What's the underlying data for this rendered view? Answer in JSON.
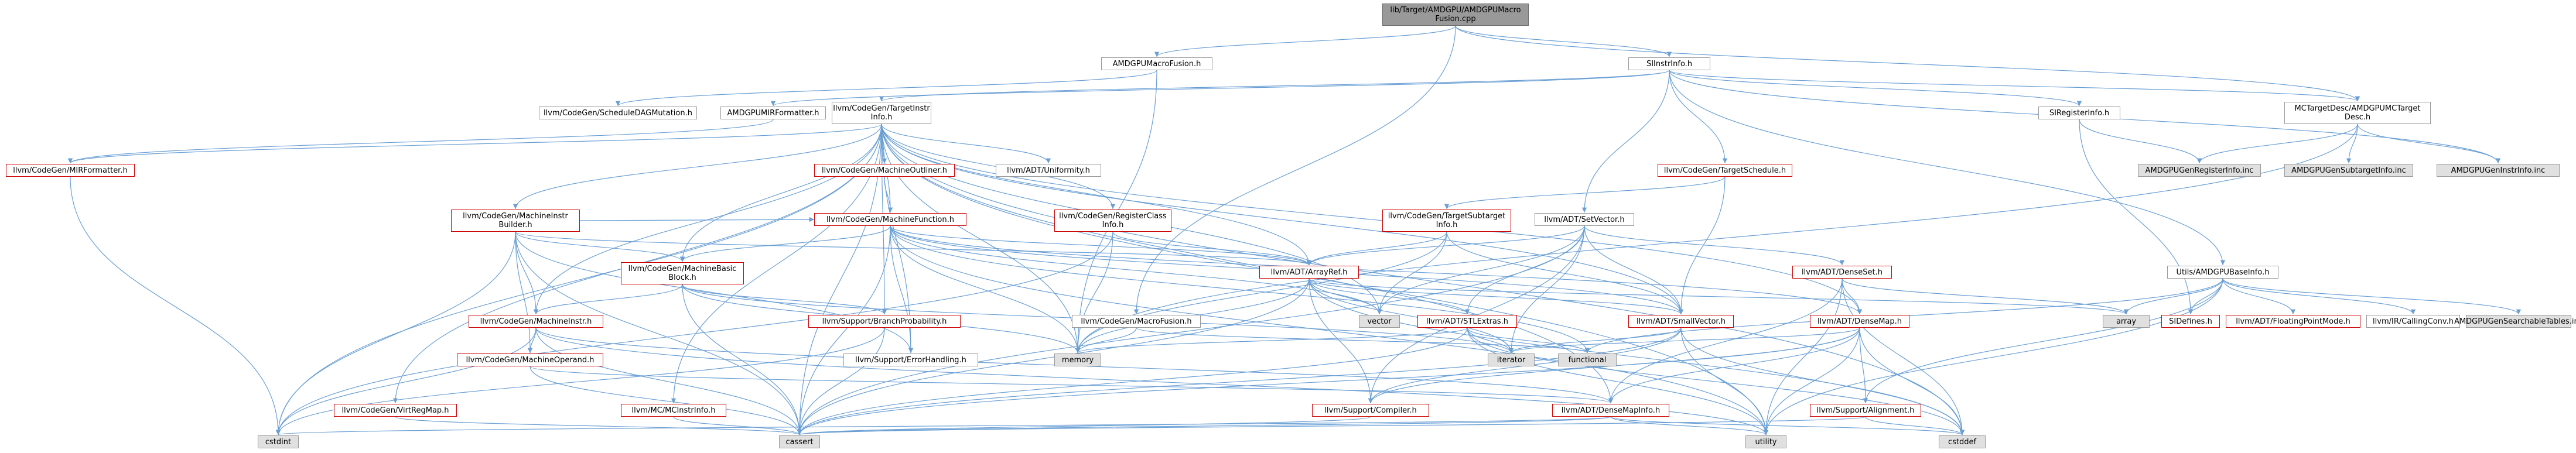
{
  "colors": {
    "edge": "#6a9fd4",
    "edge_dark": "#555555",
    "node_border_default": "#999999",
    "node_border_incomplete": "#cc0000",
    "node_fill_external": "#e0e0e0",
    "node_fill_root": "#999999"
  },
  "nodes": [
    {
      "id": "root",
      "label": "lib/Target/AMDGPU/AMDGPUMacro\nFusion.cpp",
      "style": "root"
    },
    {
      "id": "amdgpumacrofusion",
      "label": "AMDGPUMacroFusion.h",
      "style": "normal"
    },
    {
      "id": "siinstrinfo",
      "label": "SIInstrInfo.h",
      "style": "normal"
    },
    {
      "id": "scheduledagmutation",
      "label": "llvm/CodeGen/ScheduleDAGMutation.h",
      "style": "normal"
    },
    {
      "id": "amdgpumirformatter",
      "label": "AMDGPUMIRFormatter.h",
      "style": "normal"
    },
    {
      "id": "targetinstrinfo",
      "label": "llvm/CodeGen/TargetInstr\nInfo.h",
      "style": "normal"
    },
    {
      "id": "siregisterinfo",
      "label": "SIRegisterInfo.h",
      "style": "normal"
    },
    {
      "id": "mctargetdesc",
      "label": "MCTargetDesc/AMDGPUMCTarget\nDesc.h",
      "style": "normal"
    },
    {
      "id": "mirformatter",
      "label": "llvm/CodeGen/MIRFormatter.h",
      "style": "red"
    },
    {
      "id": "machineinstrbuilder",
      "label": "llvm/CodeGen/MachineInstr\nBuilder.h",
      "style": "red"
    },
    {
      "id": "machineoutliner",
      "label": "llvm/CodeGen/MachineOutliner.h",
      "style": "red"
    },
    {
      "id": "uniformity",
      "label": "llvm/ADT/Uniformity.h",
      "style": "normal"
    },
    {
      "id": "targetschedule",
      "label": "llvm/CodeGen/TargetSchedule.h",
      "style": "red"
    },
    {
      "id": "amdgpugenregisterinfo",
      "label": "AMDGPUGenRegisterInfo.inc",
      "style": "gray"
    },
    {
      "id": "amdgpugensubtargetinfo",
      "label": "AMDGPUGenSubtargetInfo.inc",
      "style": "gray"
    },
    {
      "id": "amdgpugeninstrinfo",
      "label": "AMDGPUGenInstrInfo.inc",
      "style": "gray"
    },
    {
      "id": "machinefunction",
      "label": "llvm/CodeGen/MachineFunction.h",
      "style": "red"
    },
    {
      "id": "registerclassinfo",
      "label": "llvm/CodeGen/RegisterClass\nInfo.h",
      "style": "red"
    },
    {
      "id": "targetsubtargetinfo",
      "label": "llvm/CodeGen/TargetSubtarget\nInfo.h",
      "style": "red"
    },
    {
      "id": "setvector",
      "label": "llvm/ADT/SetVector.h",
      "style": "normal"
    },
    {
      "id": "machinebasicblock",
      "label": "llvm/CodeGen/MachineBasic\nBlock.h",
      "style": "red"
    },
    {
      "id": "arrayref",
      "label": "llvm/ADT/ArrayRef.h",
      "style": "red"
    },
    {
      "id": "denseset",
      "label": "llvm/ADT/DenseSet.h",
      "style": "red"
    },
    {
      "id": "amdgpubaseinfo",
      "label": "Utils/AMDGPUBaseInfo.h",
      "style": "normal"
    },
    {
      "id": "machineinstr",
      "label": "llvm/CodeGen/MachineInstr.h",
      "style": "red"
    },
    {
      "id": "branchprobability",
      "label": "llvm/Support/BranchProbability.h",
      "style": "red"
    },
    {
      "id": "macrofusion",
      "label": "llvm/CodeGen/MacroFusion.h",
      "style": "normal"
    },
    {
      "id": "vector",
      "label": "vector",
      "style": "gray"
    },
    {
      "id": "stlextras",
      "label": "llvm/ADT/STLExtras.h",
      "style": "red"
    },
    {
      "id": "smallvector",
      "label": "llvm/ADT/SmallVector.h",
      "style": "red"
    },
    {
      "id": "densemap",
      "label": "llvm/ADT/DenseMap.h",
      "style": "red"
    },
    {
      "id": "array",
      "label": "array",
      "style": "gray"
    },
    {
      "id": "sidefines",
      "label": "SIDefines.h",
      "style": "red"
    },
    {
      "id": "floatingpointmode",
      "label": "llvm/ADT/FloatingPointMode.h",
      "style": "red"
    },
    {
      "id": "callingconv",
      "label": "llvm/IR/CallingConv.h",
      "style": "normal"
    },
    {
      "id": "amdgpugensearchabletables",
      "label": "AMDGPUGenSearchableTables.inc",
      "style": "gray"
    },
    {
      "id": "errorhandling",
      "label": "llvm/Support/ErrorHandling.h",
      "style": "normal"
    },
    {
      "id": "memory",
      "label": "memory",
      "style": "gray"
    },
    {
      "id": "iterator",
      "label": "iterator",
      "style": "gray"
    },
    {
      "id": "functional",
      "label": "functional",
      "style": "gray"
    },
    {
      "id": "machineoperand",
      "label": "llvm/CodeGen/MachineOperand.h",
      "style": "red"
    },
    {
      "id": "virtregmap",
      "label": "llvm/CodeGen/VirtRegMap.h",
      "style": "red"
    },
    {
      "id": "mcinstrinfo",
      "label": "llvm/MC/MCInstrInfo.h",
      "style": "red"
    },
    {
      "id": "compiler",
      "label": "llvm/Support/Compiler.h",
      "style": "red"
    },
    {
      "id": "densemapinfo",
      "label": "llvm/ADT/DenseMapInfo.h",
      "style": "red"
    },
    {
      "id": "alignment",
      "label": "llvm/Support/Alignment.h",
      "style": "red"
    },
    {
      "id": "cstdint",
      "label": "cstdint",
      "style": "gray"
    },
    {
      "id": "cassert",
      "label": "cassert",
      "style": "gray"
    },
    {
      "id": "utility",
      "label": "utility",
      "style": "gray"
    },
    {
      "id": "cstddef",
      "label": "cstddef",
      "style": "gray"
    }
  ],
  "edges": [
    [
      "root",
      "amdgpumacrofusion"
    ],
    [
      "root",
      "siinstrinfo"
    ],
    [
      "root",
      "macrofusion"
    ],
    [
      "root",
      "mctargetdesc"
    ],
    [
      "amdgpumacrofusion",
      "scheduledagmutation"
    ],
    [
      "amdgpumacrofusion",
      "memory"
    ],
    [
      "siinstrinfo",
      "amdgpumirformatter"
    ],
    [
      "siinstrinfo",
      "targetinstrinfo"
    ],
    [
      "siinstrinfo",
      "siregisterinfo"
    ],
    [
      "siinstrinfo",
      "mctargetdesc"
    ],
    [
      "siinstrinfo",
      "amdgpugeninstrinfo"
    ],
    [
      "siinstrinfo",
      "targetschedule"
    ],
    [
      "siinstrinfo",
      "setvector"
    ],
    [
      "siinstrinfo",
      "amdgpubaseinfo"
    ],
    [
      "amdgpumirformatter",
      "mirformatter"
    ],
    [
      "targetinstrinfo",
      "mirformatter"
    ],
    [
      "targetinstrinfo",
      "machineinstrbuilder"
    ],
    [
      "targetinstrinfo",
      "machineoutliner"
    ],
    [
      "targetinstrinfo",
      "uniformity"
    ],
    [
      "targetinstrinfo",
      "machinefunction"
    ],
    [
      "targetinstrinfo",
      "registerclassinfo"
    ],
    [
      "targetinstrinfo",
      "machinebasicblock"
    ],
    [
      "targetinstrinfo",
      "machineinstr"
    ],
    [
      "targetinstrinfo",
      "arrayref"
    ],
    [
      "targetinstrinfo",
      "branchprobability"
    ],
    [
      "targetinstrinfo",
      "errorhandling"
    ],
    [
      "targetinstrinfo",
      "virtregmap"
    ],
    [
      "targetinstrinfo",
      "mcinstrinfo"
    ],
    [
      "targetinstrinfo",
      "densemap"
    ],
    [
      "targetinstrinfo",
      "densemapinfo"
    ],
    [
      "targetinstrinfo",
      "smallvector"
    ],
    [
      "targetinstrinfo",
      "vector"
    ],
    [
      "targetinstrinfo",
      "cassert"
    ],
    [
      "targetinstrinfo",
      "cstddef"
    ],
    [
      "targetinstrinfo",
      "cstdint"
    ],
    [
      "targetinstrinfo",
      "utility"
    ],
    [
      "targetinstrinfo",
      "memory"
    ],
    [
      "siregisterinfo",
      "amdgpugenregisterinfo"
    ],
    [
      "siregisterinfo",
      "sidefines"
    ],
    [
      "mctargetdesc",
      "amdgpugenregisterinfo"
    ],
    [
      "mctargetdesc",
      "amdgpugensubtargetinfo"
    ],
    [
      "mctargetdesc",
      "amdgpugeninstrinfo"
    ],
    [
      "mctargetdesc",
      "memory"
    ],
    [
      "mirformatter",
      "cstdint"
    ],
    [
      "machineinstrbuilder",
      "machinefunction"
    ],
    [
      "machineinstrbuilder",
      "machinebasicblock"
    ],
    [
      "machineinstrbuilder",
      "machineinstr"
    ],
    [
      "machineinstrbuilder",
      "machineoperand"
    ],
    [
      "machineinstrbuilder",
      "errorhandling"
    ],
    [
      "machineinstrbuilder",
      "cassert"
    ],
    [
      "machineinstrbuilder",
      "cstdint"
    ],
    [
      "machineinstrbuilder",
      "arrayref"
    ],
    [
      "machineoutliner",
      "machinefunction"
    ],
    [
      "targetschedule",
      "targetsubtargetinfo"
    ],
    [
      "targetschedule",
      "smallvector"
    ],
    [
      "machinefunction",
      "machinebasicblock"
    ],
    [
      "machinefunction",
      "arrayref"
    ],
    [
      "machinefunction",
      "smallvector"
    ],
    [
      "machinefunction",
      "densemap"
    ],
    [
      "machinefunction",
      "memory"
    ],
    [
      "machinefunction",
      "vector"
    ],
    [
      "machinefunction",
      "cassert"
    ],
    [
      "machinefunction",
      "functional"
    ],
    [
      "machinefunction",
      "utility"
    ],
    [
      "machinefunction",
      "errorhandling"
    ],
    [
      "registerclassinfo",
      "arrayref"
    ],
    [
      "registerclassinfo",
      "memory"
    ],
    [
      "registerclassinfo",
      "cstdint"
    ],
    [
      "targetsubtargetinfo",
      "arrayref"
    ],
    [
      "targetsubtargetinfo",
      "smallvector"
    ],
    [
      "targetsubtargetinfo",
      "vector"
    ],
    [
      "targetsubtargetinfo",
      "memory"
    ],
    [
      "setvector",
      "arrayref"
    ],
    [
      "setvector",
      "denseset"
    ],
    [
      "setvector",
      "stlextras"
    ],
    [
      "setvector",
      "smallvector"
    ],
    [
      "setvector",
      "compiler"
    ],
    [
      "setvector",
      "cassert"
    ],
    [
      "setvector",
      "iterator"
    ],
    [
      "setvector",
      "vector"
    ],
    [
      "machinebasicblock",
      "machineinstr"
    ],
    [
      "machinebasicblock",
      "branchprobability"
    ],
    [
      "machinebasicblock",
      "cassert"
    ],
    [
      "machinebasicblock",
      "iterator"
    ],
    [
      "machinebasicblock",
      "memory"
    ],
    [
      "arrayref",
      "stlextras"
    ],
    [
      "arrayref",
      "smallvector"
    ],
    [
      "arrayref",
      "compiler"
    ],
    [
      "arrayref",
      "array"
    ],
    [
      "arrayref",
      "cassert"
    ],
    [
      "arrayref",
      "cstddef"
    ],
    [
      "arrayref",
      "iterator"
    ],
    [
      "arrayref",
      "memory"
    ],
    [
      "arrayref",
      "vector"
    ],
    [
      "denseset",
      "densemap"
    ],
    [
      "denseset",
      "densemapinfo"
    ],
    [
      "denseset",
      "utility"
    ],
    [
      "denseset",
      "cstddef"
    ],
    [
      "denseset",
      "array"
    ],
    [
      "amdgpubaseinfo",
      "sidefines"
    ],
    [
      "amdgpubaseinfo",
      "floatingpointmode"
    ],
    [
      "amdgpubaseinfo",
      "callingconv"
    ],
    [
      "amdgpubaseinfo",
      "amdgpugensearchabletables"
    ],
    [
      "amdgpubaseinfo",
      "alignment"
    ],
    [
      "amdgpubaseinfo",
      "array"
    ],
    [
      "amdgpubaseinfo",
      "functional"
    ],
    [
      "amdgpubaseinfo",
      "utility"
    ],
    [
      "machineinstr",
      "machineoperand"
    ],
    [
      "machineinstr",
      "densemapinfo"
    ],
    [
      "machineinstr",
      "cassert"
    ],
    [
      "machineinstr",
      "cstdint"
    ],
    [
      "machineinstr",
      "utility"
    ],
    [
      "branchprobability",
      "cassert"
    ],
    [
      "branchprobability",
      "cstdint"
    ],
    [
      "macrofusion",
      "memory"
    ],
    [
      "macrofusion",
      "functional"
    ],
    [
      "stlextras",
      "iterator"
    ],
    [
      "stlextras",
      "functional"
    ],
    [
      "stlextras",
      "utility"
    ],
    [
      "stlextras",
      "memory"
    ],
    [
      "stlextras",
      "cassert"
    ],
    [
      "stlextras",
      "cstddef"
    ],
    [
      "smallvector",
      "compiler"
    ],
    [
      "smallvector",
      "cassert"
    ],
    [
      "smallvector",
      "cstddef"
    ],
    [
      "smallvector",
      "iterator"
    ],
    [
      "smallvector",
      "utility"
    ],
    [
      "densemap",
      "densemapinfo"
    ],
    [
      "densemap",
      "alignment"
    ],
    [
      "densemap",
      "compiler"
    ],
    [
      "densemap",
      "utility"
    ],
    [
      "densemap",
      "cassert"
    ],
    [
      "densemap",
      "cstddef"
    ],
    [
      "densemap",
      "iterator"
    ],
    [
      "machineoperand",
      "densemapinfo"
    ],
    [
      "machineoperand",
      "cassert"
    ],
    [
      "virtregmap",
      "cassert"
    ],
    [
      "mcinstrinfo",
      "cassert"
    ],
    [
      "compiler",
      "cassert"
    ],
    [
      "densemapinfo",
      "cassert"
    ],
    [
      "densemapinfo",
      "cstddef"
    ],
    [
      "densemapinfo",
      "cstdint"
    ],
    [
      "densemapinfo",
      "utility"
    ],
    [
      "alignment",
      "cassert"
    ],
    [
      "alignment",
      "cstddef"
    ]
  ]
}
